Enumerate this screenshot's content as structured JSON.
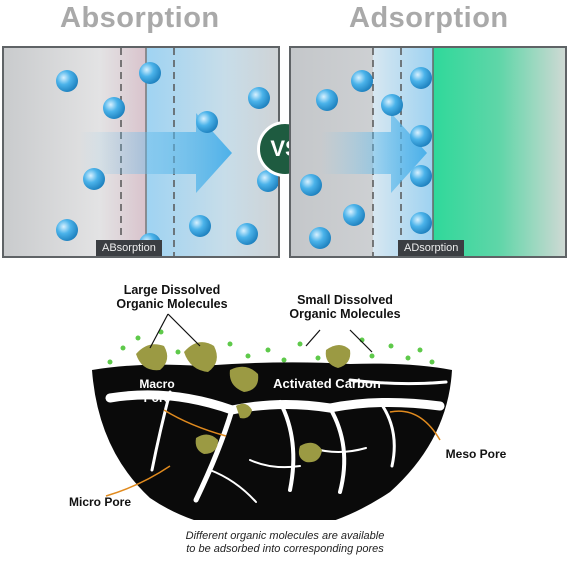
{
  "header": {
    "left_title": "Absorption",
    "right_title": "Adsorption",
    "vs": "VS"
  },
  "panels": {
    "left_label": "ABsorption",
    "right_label": "ADsorption"
  },
  "diagram": {
    "large_molecules": "Large Dissolved Organic Molecules",
    "small_molecules": "Small Dissolved Organic Molecules",
    "macro_pore": "Macro Pore",
    "activated_carbon": "Activated Carbon",
    "meso_pore": "Meso Pore",
    "micro_pore": "Micro Pore",
    "caption_line1": "Different organic molecules are available",
    "caption_line2": "to be adsorbed into corresponding pores"
  },
  "colors": {
    "molecule": "#2e9fdc",
    "organic": "#9b9a43",
    "green_dot": "#5ec94a",
    "carbon": "#0a0a0a",
    "adsorbent": "#36d49a",
    "vs_badge": "#1e5b40",
    "pore_line": "#e08a1e"
  }
}
